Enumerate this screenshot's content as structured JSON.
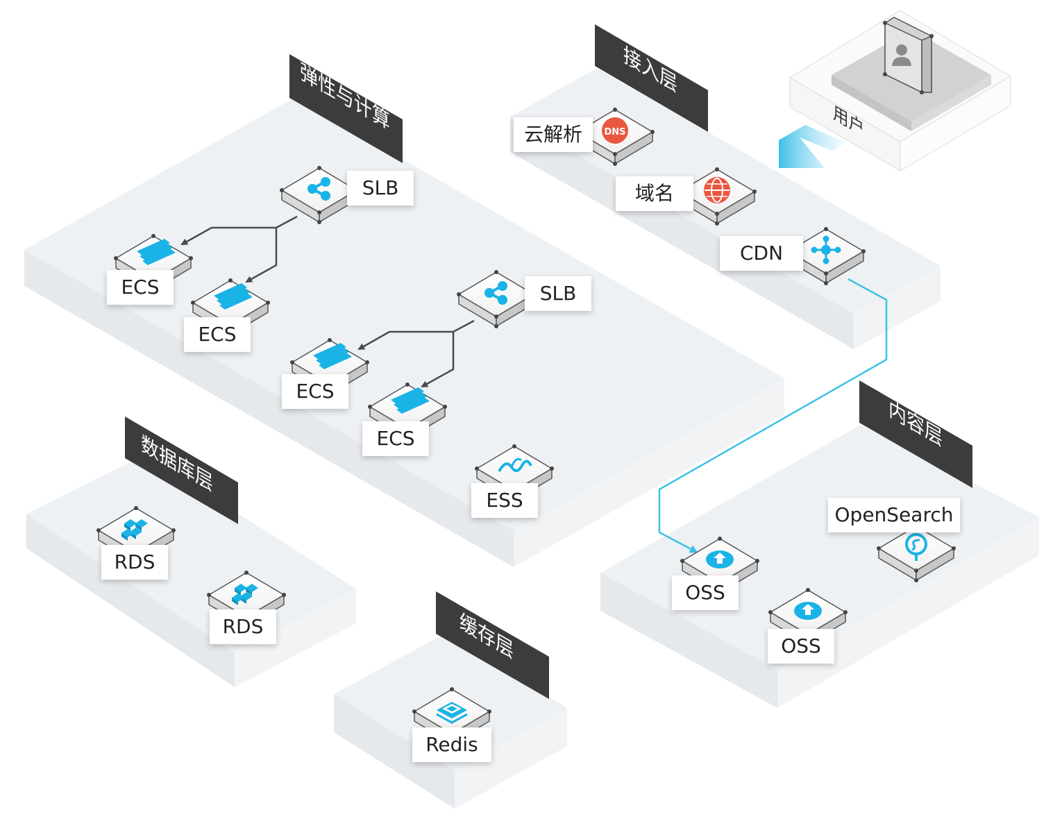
{
  "layers": {
    "elastic": "弹性与计算",
    "access": "接入层",
    "database": "数据库层",
    "cache": "缓存层",
    "content": "内容层"
  },
  "user_label": "用户",
  "nodes": {
    "dns": "云解析",
    "domain": "域名",
    "cdn": "CDN",
    "slb1": "SLB",
    "ecs1": "ECS",
    "ecs2": "ECS",
    "slb2": "SLB",
    "ecs3": "ECS",
    "ecs4": "ECS",
    "ess": "ESS",
    "rds1": "RDS",
    "rds2": "RDS",
    "redis": "Redis",
    "oss1": "OSS",
    "oss2": "OSS",
    "opensearch": "OpenSearch"
  },
  "colors": {
    "accent": "#1ab3e6",
    "dns_icon": "#e9573f",
    "platform_fill": "#eef1f4",
    "tag_fill": "#3c3c3c",
    "arrow_dark": "#4a4a4a",
    "flow_line": "#3bc2e6"
  }
}
